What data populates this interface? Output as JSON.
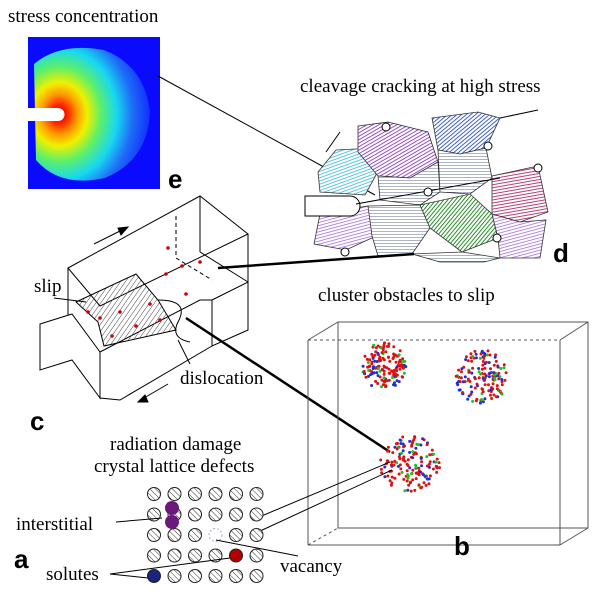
{
  "labels": {
    "stress_concentration": "stress concentration",
    "cleavage": "cleavage cracking at high stress",
    "cluster": "cluster obstacles to slip",
    "slip": "slip",
    "dislocation": "dislocation",
    "radiation_damage": "radiation damage",
    "lattice_defects": "crystal lattice defects",
    "interstitial": "interstitial",
    "solutes": "solutes",
    "vacancy": "vacancy"
  },
  "panels": {
    "a": "a",
    "b": "b",
    "c": "c",
    "d": "d",
    "e": "e"
  },
  "colors": {
    "grain_cyan": "#55c8e6",
    "grain_purple": "#9b4fc8",
    "grain_blue": "#3a5fd0",
    "grain_green": "#2e9a2e",
    "grain_magenta": "#c0307a",
    "interstitial": "#6a1a7a",
    "vacancy_solute_red": "#b00000",
    "solute_blue": "#1a237e"
  }
}
